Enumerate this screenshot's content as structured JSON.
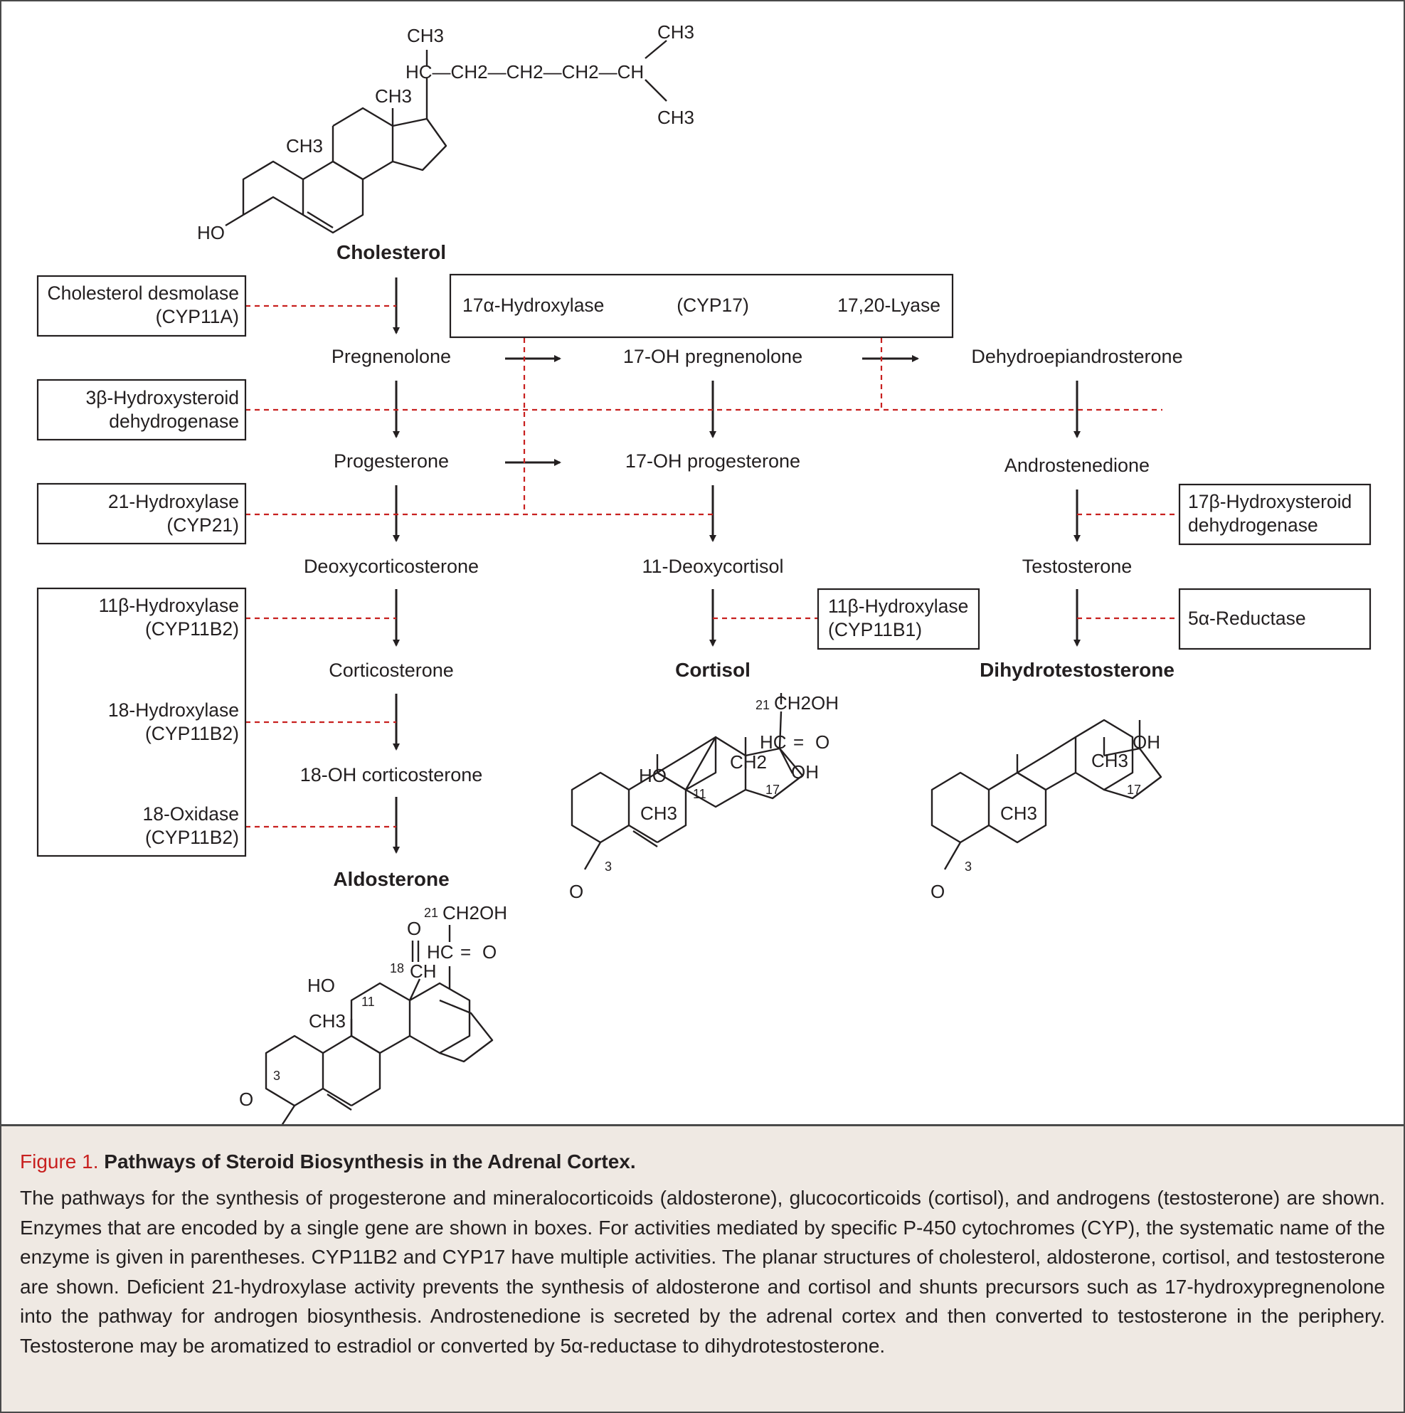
{
  "compounds": {
    "cholesterol": "Cholesterol",
    "pregnenolone": "Pregnenolone",
    "oh17_pregnenolone": "17-OH pregnenolone",
    "dhea": "Dehydroepiandrosterone",
    "progesterone": "Progesterone",
    "oh17_progesterone": "17-OH progesterone",
    "androstenedione": "Androstenedione",
    "deoxycorticosterone": "Deoxycorticosterone",
    "deoxycortisol": "11-Deoxycortisol",
    "testosterone": "Testosterone",
    "corticosterone": "Corticosterone",
    "cortisol": "Cortisol",
    "dihydrotestosterone": "Dihydrotestosterone",
    "oh18_corticosterone": "18-OH corticosterone",
    "aldosterone": "Aldosterone"
  },
  "enzymes": {
    "desmolase": [
      "Cholesterol desmolase",
      "(CYP11A)"
    ],
    "hsd3b": [
      "3β-Hydroxysteroid",
      "dehydrogenase"
    ],
    "cyp21": [
      "21-Hydroxylase",
      "(CYP21)"
    ],
    "cyp11b2_a": [
      "11β-Hydroxylase",
      "(CYP11B2)"
    ],
    "cyp11b2_b": [
      "18-Hydroxylase",
      "(CYP11B2)"
    ],
    "cyp11b2_c": [
      "18-Oxidase",
      "(CYP11B2)"
    ],
    "cyp17": [
      "17α-Hydroxylase",
      "(CYP17)",
      "17,20-Lyase"
    ],
    "cyp11b1": [
      "11β-Hydroxylase",
      "(CYP11B1)"
    ],
    "hsd17b": [
      "17β-Hydroxysteroid",
      "dehydrogenase"
    ],
    "reductase5a": "5α-Reductase"
  },
  "structure_labels": {
    "ch3": "CH3",
    "ho": "HO",
    "hc": "HC",
    "ch2": "CH2",
    "ch": "CH",
    "oh": "OH",
    "ch2oh": "CH2OH",
    "o": "O",
    "eq": "=",
    "pos3": "3",
    "pos11": "11",
    "pos17": "17",
    "pos18": "18",
    "pos21": "21",
    "side_chain": "HC—CH2—CH2—CH2—CH"
  },
  "caption": {
    "label": "Figure 1.",
    "title": "Pathways of Steroid Biosynthesis in the Adrenal Cortex.",
    "body": "The pathways for the synthesis of progesterone and mineralocorticoids (aldosterone), glucocorticoids (cortisol), and androgens (testosterone) are shown. Enzymes that are encoded by a single gene are shown in boxes. For activities mediated by specific P-450 cytochromes (CYP), the systematic name of the enzyme is given in parentheses. CYP11B2 and CYP17 have multiple activities. The planar structures of cholesterol, aldosterone, cortisol, and testosterone are shown. Deficient 21-hydroxylase activity prevents the synthesis of aldosterone and cortisol and shunts precursors such as 17-hydroxypregnenolone into the pathway for androgen biosynthesis. Androstenedione is secreted by the adrenal cortex and then converted to testosterone in the periphery. Testosterone may be aromatized to estradiol or converted by 5α-reductase to dihydrotestosterone."
  },
  "colors": {
    "accent_red": "#c8201f",
    "caption_bg": "#efe9e3",
    "ink": "#231f20"
  }
}
